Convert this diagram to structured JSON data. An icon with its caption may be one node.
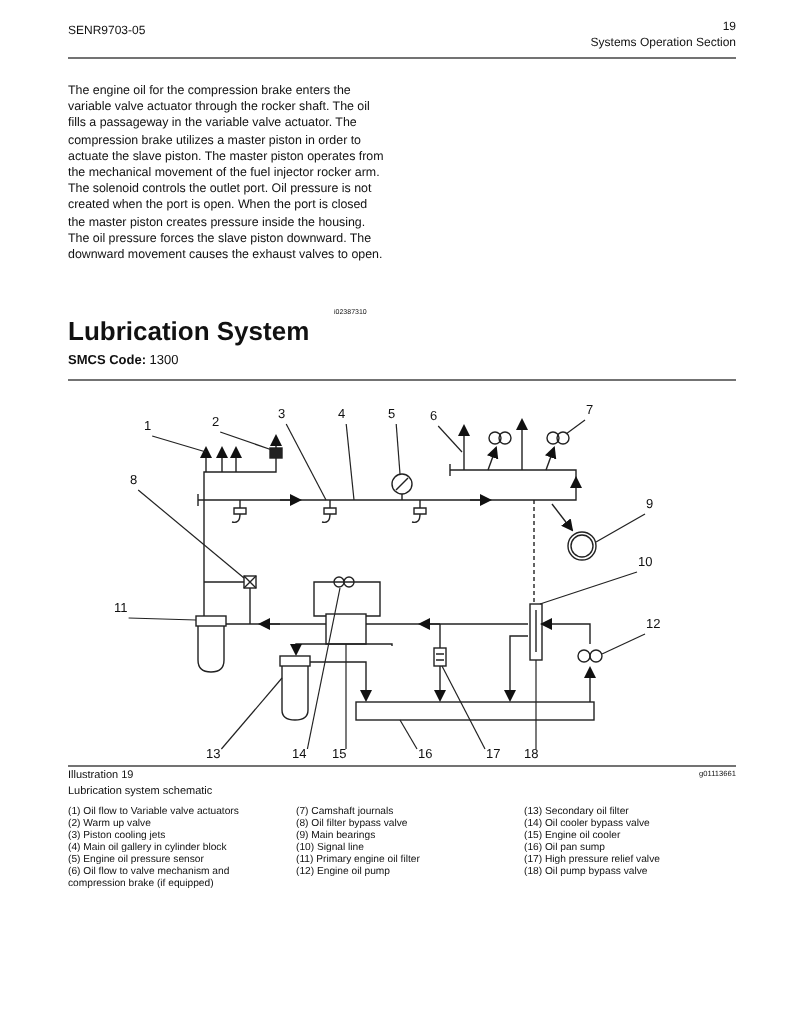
{
  "diagram": {
    "title": "Lubrication System",
    "caption": "Lubrication system schematic",
    "nodes": [
      {
        "text": [
          "1"
        ]
      },
      {
        "text": [
          "2"
        ]
      },
      {
        "text": [
          "3"
        ]
      },
      {
        "text": [
          "4"
        ]
      },
      {
        "text": [
          "5"
        ]
      },
      {
        "text": [
          "6"
        ]
      },
      {
        "text": [
          "7"
        ]
      },
      {
        "text": [
          "8"
        ]
      },
      {
        "text": [
          "9"
        ]
      },
      {
        "text": [
          "10"
        ]
      },
      {
        "text": [
          "11"
        ]
      },
      {
        "text": [
          "12"
        ]
      },
      {
        "text": [
          "13"
        ]
      },
      {
        "text": [
          "14"
        ]
      },
      {
        "text": [
          "15"
        ]
      },
      {
        "text": [
          "16"
        ]
      },
      {
        "text": [
          "17"
        ]
      },
      {
        "text": [
          "18"
        ]
      },
      {
        "text": [],
        "shape": "picture"
      }
    ],
    "edges": [
      {
        "from": 0,
        "to": 18,
        "arrow": "none"
      },
      {
        "from": 1,
        "to": 18,
        "arrow": "none"
      },
      {
        "from": 2,
        "to": 18,
        "arrow": "none"
      },
      {
        "from": 3,
        "to": 18,
        "arrow": "none"
      },
      {
        "from": 4,
        "to": 18,
        "arrow": "none"
      },
      {
        "from": 5,
        "to": 18,
        "arrow": "none"
      },
      {
        "from": 6,
        "to": 18,
        "arrow": "none"
      },
      {
        "from": 7,
        "to": 18,
        "arrow": "none"
      },
      {
        "from": 8,
        "to": 18,
        "arrow": "none"
      },
      {
        "from": 9,
        "to": 18,
        "arrow": "none"
      },
      {
        "from": 10,
        "to": 18,
        "arrow": "none"
      },
      {
        "from": 11,
        "to": 18,
        "arrow": "none"
      },
      {
        "from": 12,
        "to": 18,
        "arrow": "none"
      },
      {
        "from": 13,
        "to": 18,
        "arrow": "none"
      },
      {
        "from": 14,
        "to": 18,
        "arrow": "none"
      },
      {
        "from": 15,
        "to": 18,
        "arrow": "none"
      },
      {
        "from": 16,
        "to": 18,
        "arrow": "none"
      },
      {
        "from": 17,
        "to": 18,
        "arrow": "none"
      }
    ],
    "labels": [
      "SENR9703-05",
      "19",
      "Systems Operation Section",
      "The engine oil for the compression brake enters the variable valve actuator through the rocker shaft. The oil fills a passageway in the variable valve actuator. The compression brake utilizes a master piston in order to actuate the slave piston. The master piston operates from the mechanical movement of the fuel injector rocker arm. The solenoid controls the outlet port. Oil pressure is not created when the port is open. When the port is closed the master piston creates pressure inside the housing. The oil pressure forces the slave piston downward. The downward movement causes the exhaust valves to open.",
      "i02387310",
      "**SMCS Code:** 1300",
      "Illustration 19",
      "g01113661",
      "(1) Oil flow to Variable valve actuators",
      "(2) Warm up valve",
      "(3) Piston cooling jets",
      "(4) Main oil gallery in cylinder block",
      "(5) Engine oil pressure sensor",
      "(6) Oil flow to valve mechanism and compression brake (if equipped)",
      "(7) Camshaft journals",
      "(8) Oil filter bypass valve",
      "(9) Main bearings",
      "(10) Signal line",
      "(11) Primary engine oil filter",
      "(12) Engine oil pump",
      "(13) Secondary oil filter",
      "(14) Oil cooler bypass valve",
      "(15) Engine oil cooler",
      "(16) Oil pan sump",
      "(17) High pressure relief valve",
      "(18) Oil pump bypass valve"
    ]
  }
}
